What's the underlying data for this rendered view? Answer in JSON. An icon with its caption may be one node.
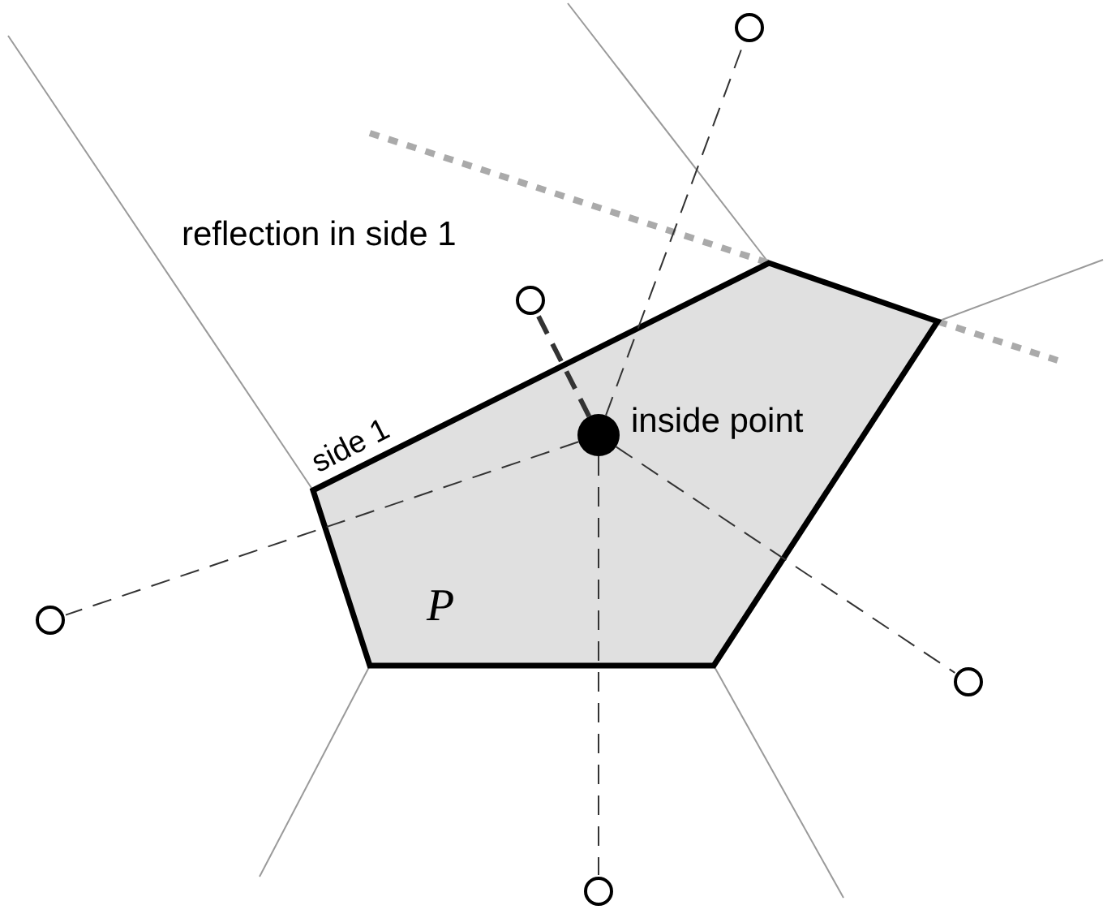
{
  "diagram": {
    "nodes": [
      {
        "text": [
          "P"
        ]
      },
      {
        "text": [],
        "shape": "circle",
        "in": 0,
        "beside": [
          "inside point"
        ]
      },
      {
        "text": [],
        "shape": "circle",
        "beside": [
          "reflection in side 1"
        ]
      },
      {
        "text": [],
        "shape": "circle"
      },
      {
        "text": [],
        "shape": "circle"
      },
      {
        "text": [],
        "shape": "circle"
      },
      {
        "text": [],
        "shape": "circle"
      }
    ],
    "edges": [
      {
        "from": 1,
        "to": 2,
        "arrow": "none",
        "style": "dashed"
      },
      {
        "from": 1,
        "to": 3,
        "arrow": "none",
        "style": "dashed"
      },
      {
        "from": 1,
        "to": 4,
        "arrow": "none",
        "style": "dashed"
      },
      {
        "from": 1,
        "to": 5,
        "arrow": "none",
        "style": "dashed"
      },
      {
        "from": 1,
        "to": 6,
        "arrow": "none",
        "style": "dashed"
      }
    ],
    "labels": [
      "side 1"
    ]
  }
}
